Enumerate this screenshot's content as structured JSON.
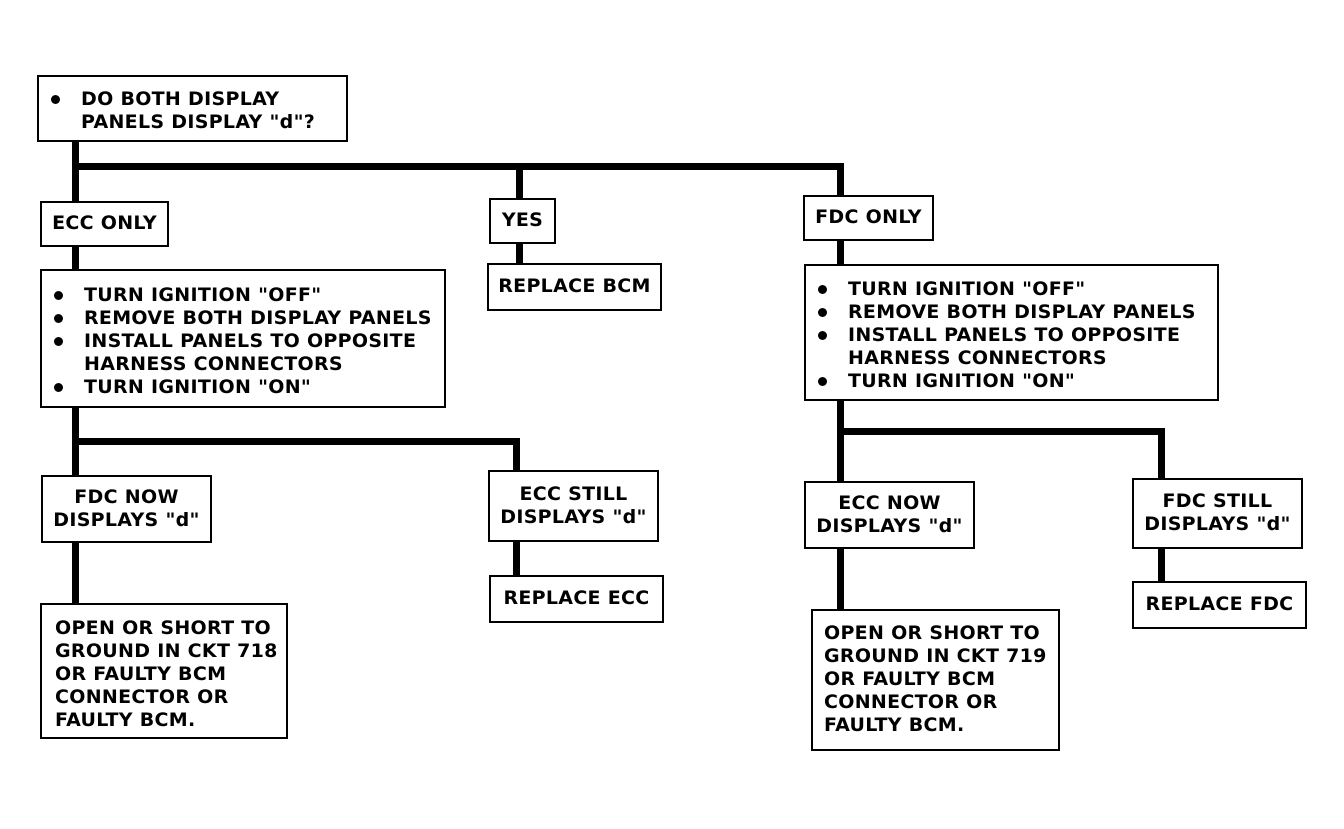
{
  "question": {
    "text": "DO BOTH DISPLAY\nPANELS DISPLAY \"d\"?"
  },
  "branches": {
    "ecc_only": "ECC ONLY",
    "yes": "YES",
    "fdc_only": "FDC ONLY"
  },
  "replace_bcm": "REPLACE BCM",
  "left_steps": [
    "TURN IGNITION \"OFF\"",
    "REMOVE BOTH DISPLAY PANELS",
    "INSTALL PANELS TO OPPOSITE\nHARNESS CONNECTORS",
    "TURN IGNITION \"ON\""
  ],
  "right_steps": [
    "TURN IGNITION \"OFF\"",
    "REMOVE BOTH DISPLAY PANELS",
    "INSTALL PANELS TO OPPOSITE\nHARNESS CONNECTORS",
    "TURN IGNITION \"ON\""
  ],
  "left_outcomes": {
    "fdc_now": "FDC NOW\nDISPLAYS \"d\"",
    "ecc_still": "ECC STILL\nDISPLAYS \"d\"",
    "replace_ecc": "REPLACE ECC",
    "fault_text": "OPEN OR SHORT TO\nGROUND IN CKT 718\nOR FAULTY BCM\nCONNECTOR OR\nFAULTY BCM."
  },
  "right_outcomes": {
    "ecc_now": "ECC NOW\nDISPLAYS \"d\"",
    "fdc_still": "FDC STILL\nDISPLAYS \"d\"",
    "replace_fdc": "REPLACE FDC",
    "fault_text": "OPEN OR SHORT TO\nGROUND IN CKT 719\nOR  FAULTY BCM\nCONNECTOR OR\nFAULTY BCM."
  }
}
